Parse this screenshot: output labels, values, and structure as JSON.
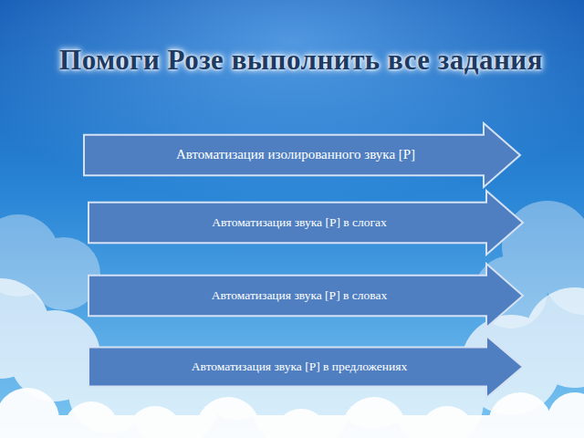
{
  "diagram": {
    "title": "Помоги Розе выполнить все задания",
    "nodes": [
      {
        "text": [
          "Автоматизация изолированного звука [Р]"
        ]
      },
      {
        "text": [
          "Автоматизация звука [Р] в слогах"
        ]
      },
      {
        "text": [
          "Автоматизация звука [Р] в словах"
        ]
      },
      {
        "text": [
          "Автоматизация звука [Р] в предложениях"
        ]
      }
    ]
  }
}
